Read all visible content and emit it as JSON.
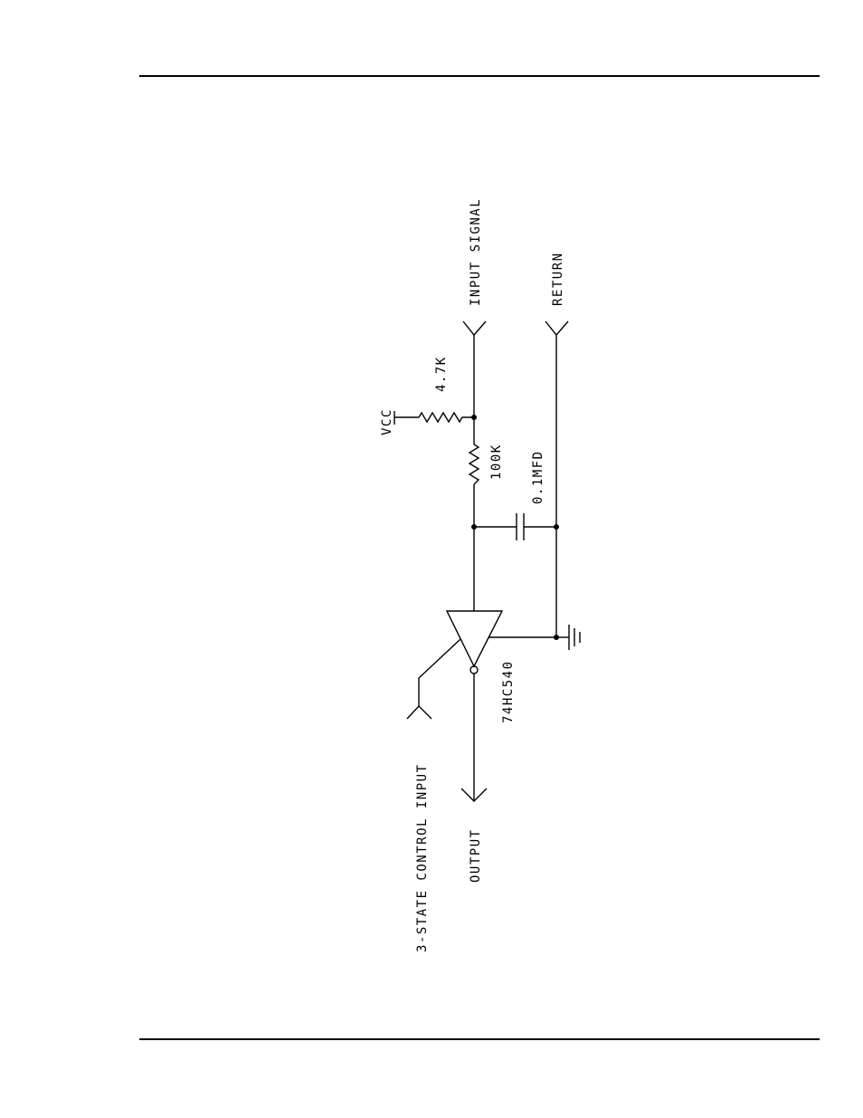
{
  "schematic": {
    "labels": {
      "input_signal": "INPUT SIGNAL",
      "return": "RETURN",
      "vcc": "VCC",
      "r1": "4.7K",
      "r2": "100K",
      "c1": "0.1MFD",
      "ic": "74HC540",
      "control": "3-STATE CONTROL INPUT",
      "output": "OUTPUT"
    },
    "colors": {
      "ink": "#000000",
      "paper": "#ffffff"
    }
  }
}
